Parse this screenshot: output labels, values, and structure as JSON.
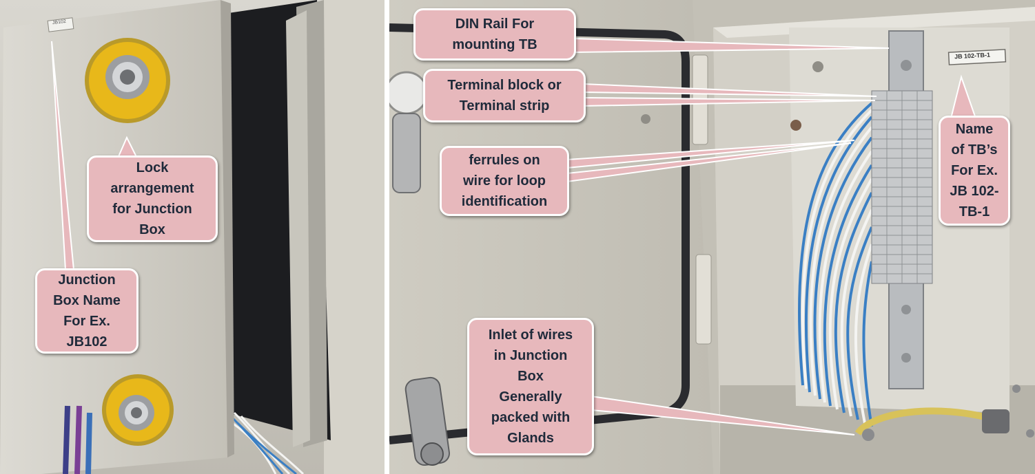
{
  "callouts": {
    "junction_box_name": [
      "Junction",
      "Box Name",
      "For Ex.",
      "JB102"
    ],
    "lock_arrangement": [
      "Lock",
      "arrangement",
      "for Junction",
      "Box"
    ],
    "din_rail": [
      "DIN Rail For",
      "mounting TB"
    ],
    "terminal_block": [
      "Terminal block or",
      "Terminal strip"
    ],
    "ferrules": [
      "ferrules on",
      "wire for loop",
      "identification"
    ],
    "tb_name": [
      "Name",
      "of TB’s",
      "For Ex.",
      "JB 102-",
      "TB-1"
    ],
    "inlet_wires": [
      "Inlet of wires",
      "in Junction",
      "Box",
      "Generally",
      "packed with",
      "Glands"
    ]
  },
  "photo_labels": {
    "door_tag": "JB102",
    "tb_tag": "JB 102-TB-1"
  },
  "colors": {
    "callout_fill": "#e7b8bc",
    "callout_text": "#1f2a3a",
    "wire_blue": "#3a7fc4",
    "wire_white": "#f4f4f2",
    "lock_yellow": "#e8b81a"
  }
}
